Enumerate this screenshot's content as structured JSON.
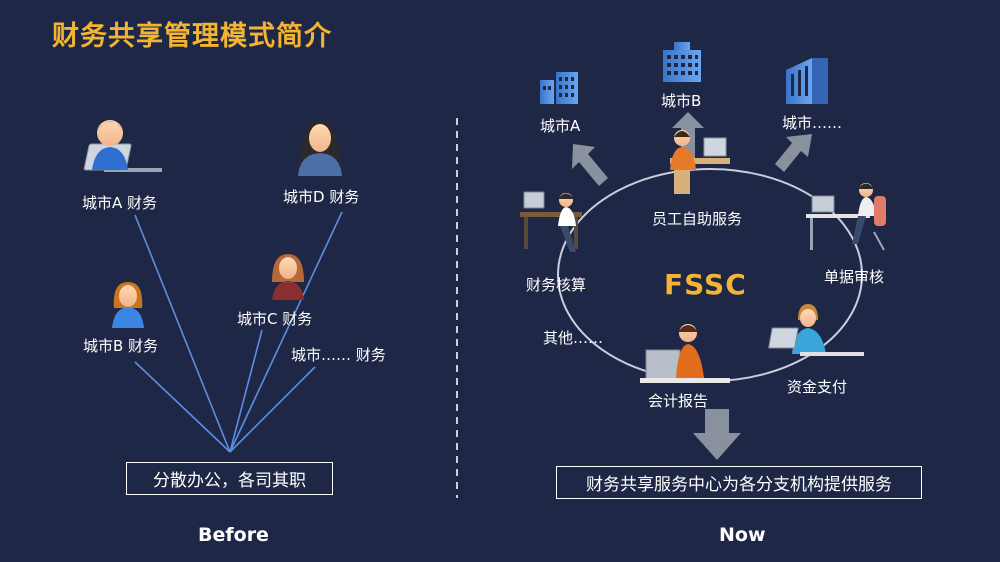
{
  "title": "财务共享管理模式简介",
  "before": {
    "nodes": [
      {
        "label": "城市A   财务"
      },
      {
        "label": "城市D   财务"
      },
      {
        "label": "城市B   财务"
      },
      {
        "label": "城市C   财务"
      },
      {
        "label": "城市……   财务"
      }
    ],
    "box_label": "分散办公，各司其职",
    "caption": "Before"
  },
  "now": {
    "cities": [
      {
        "label": "城市A"
      },
      {
        "label": "城市B"
      },
      {
        "label": "城市……"
      }
    ],
    "center": "FSSC",
    "ring_items": [
      {
        "label": "员工自助服务"
      },
      {
        "label": "财务核算"
      },
      {
        "label": "单据审核"
      },
      {
        "label": "其他……"
      },
      {
        "label": "会计报告"
      },
      {
        "label": "资金支付"
      }
    ],
    "box_label": "财务共享服务中心为各分支机构提供服务",
    "caption": "Now"
  },
  "colors": {
    "background": "#1f2747",
    "title": "#f2b431",
    "line": "#5b8fe0",
    "building": "#4a86d8",
    "arrow": "#8a919e"
  }
}
